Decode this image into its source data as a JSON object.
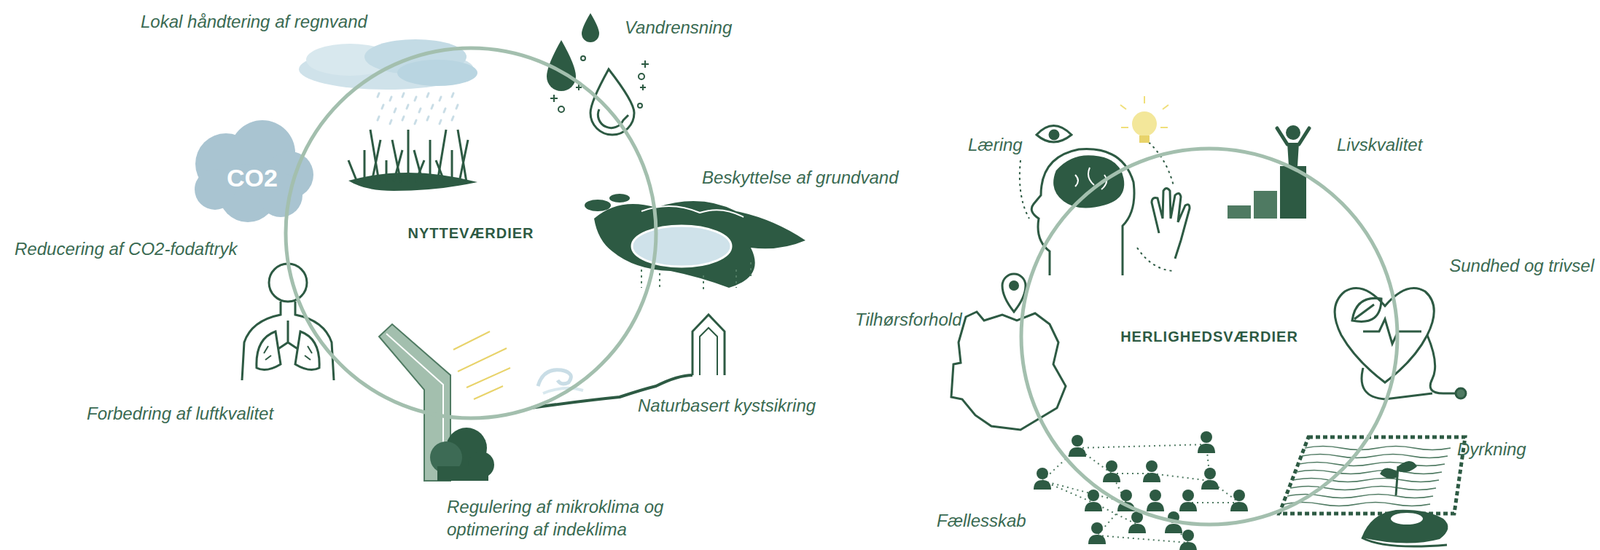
{
  "diagram": {
    "nodes": [
      {
        "text": [
          "NYTTEVÆRDIER"
        ]
      },
      {
        "text": [
          "HERLIGHEDSVÆRDIER"
        ]
      }
    ],
    "labels": [
      "Lokal håndtering af regnvand",
      "Vandrensning",
      "Beskyttelse af grundvand",
      "CO2",
      "Reducering af CO2-fodaftryk",
      "Forbedring af luftkvalitet",
      "Naturbasert kystsikring",
      "Regulering af mikroklima og optimering af indeklima",
      "Læring",
      "Livskvalitet",
      "Sundhed og trivsel",
      "Tilhørsforhold",
      "Dyrkning",
      "Fællesskab"
    ]
  }
}
